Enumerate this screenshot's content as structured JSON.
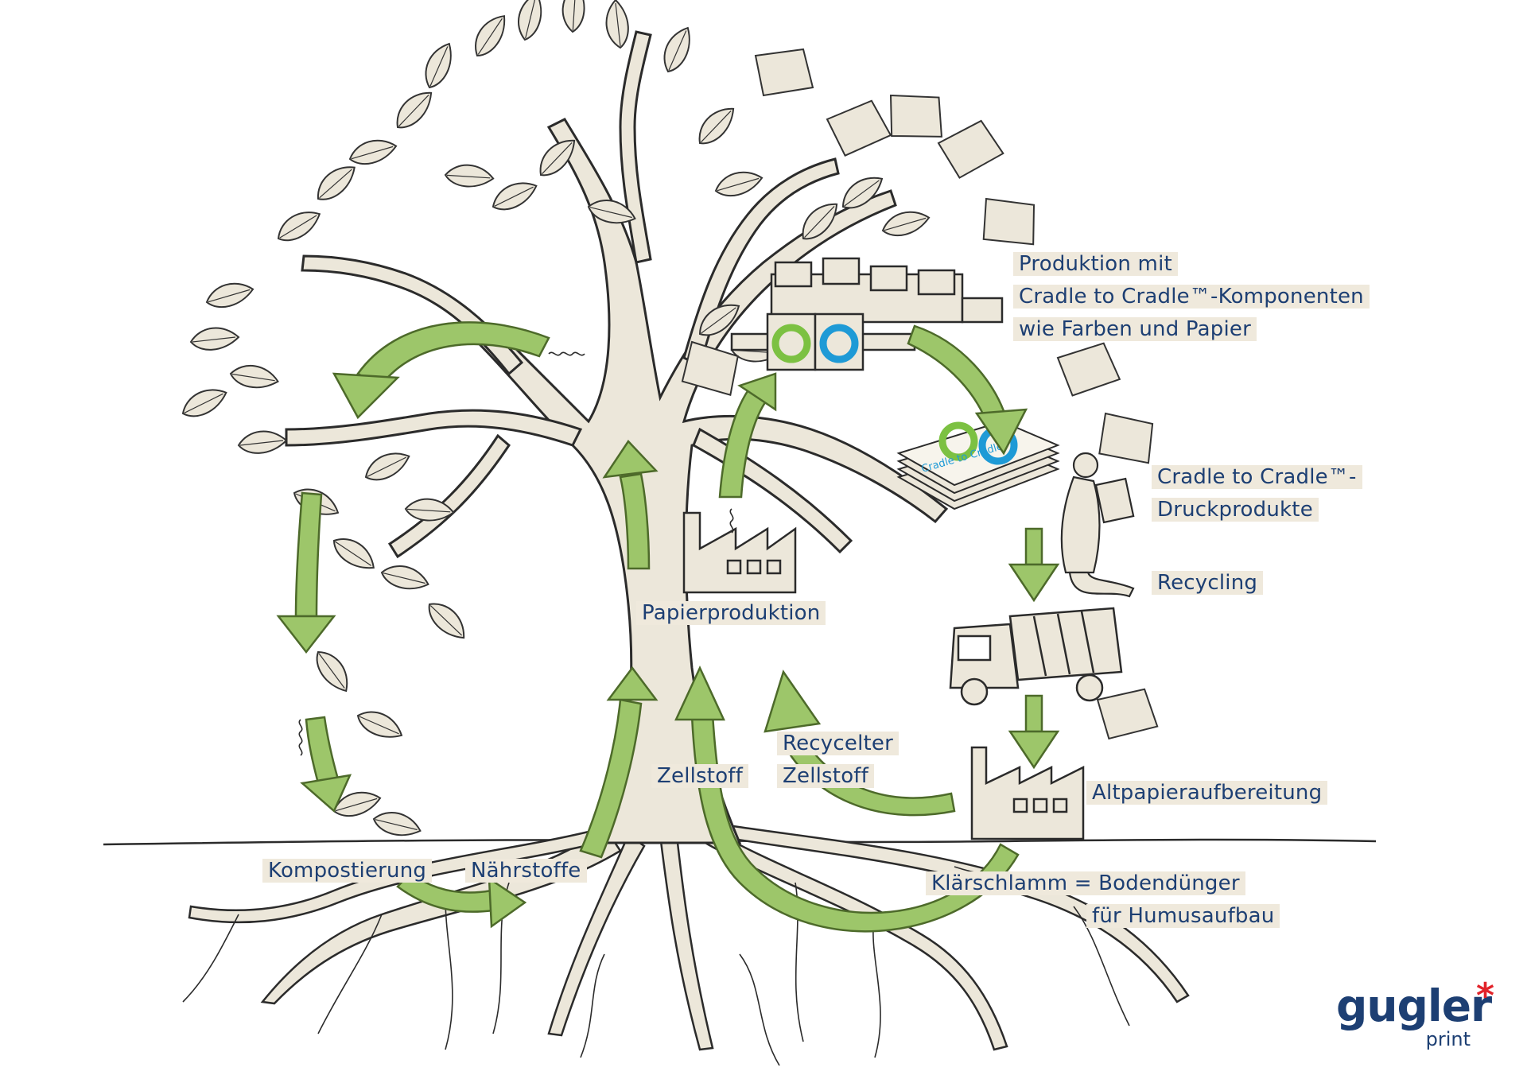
{
  "labels": {
    "produktion_line1": "Produktion mit",
    "produktion_line2": "Cradle to Cradle™-Komponenten",
    "produktion_line3": "wie Farben und Papier",
    "druckprodukte_line1": "Cradle to Cradle™-",
    "druckprodukte_line2": "Druckprodukte",
    "recycling": "Recycling",
    "papierproduktion": "Papierproduktion",
    "recycelter_line1": "Recycelter",
    "recycelter_line2": "Zellstoff",
    "zellstoff": "Zellstoff",
    "altpapier": "Altpapieraufbereitung",
    "klaerschlamm_line1": "Klärschlamm = Bodendünger",
    "klaerschlamm_line2": "für Humusaufbau",
    "kompostierung": "Kompostierung",
    "naehrstoffe": "Nährstoffe"
  },
  "logo": {
    "word": "gugler",
    "sub": "print",
    "star": "*"
  },
  "c2c_badge_text": "Cradle to Cradle",
  "colors": {
    "arrow": "#9dc66a",
    "arrow_stroke": "#4d6a2a",
    "tree_fill": "#ece7da",
    "ink": "#2b2b2b",
    "text": "#1d3f73",
    "label_bg": "#efe9dc",
    "logo_star": "#e2232a",
    "c2c_green": "#7cc142",
    "c2c_blue": "#1e9ad6"
  }
}
